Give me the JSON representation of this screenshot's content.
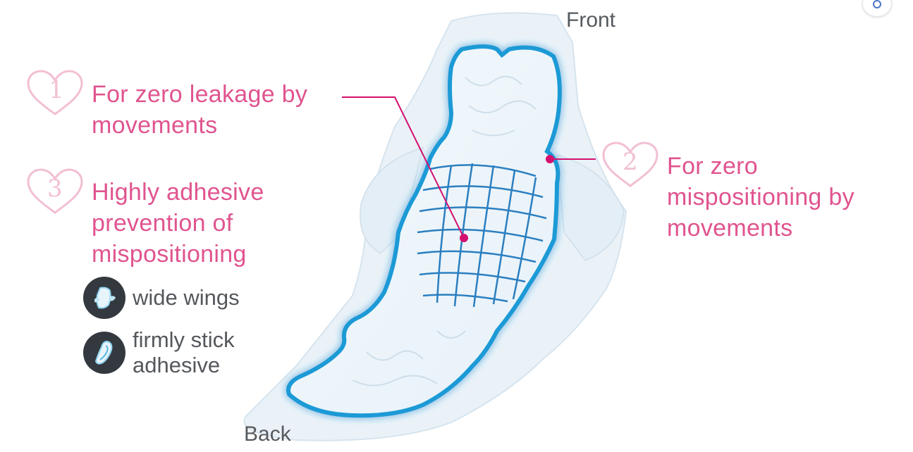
{
  "orientation": {
    "front": "Front",
    "back": "Back"
  },
  "features": [
    {
      "number": "1",
      "text": "For zero leakage by\nmovements"
    },
    {
      "number": "2",
      "text": "For zero\nmispositioning by\nmovements"
    },
    {
      "number": "3",
      "text": "Highly adhesive\nprevention of\nmispositioning"
    }
  ],
  "legend": [
    {
      "icon": "wide-wings-icon",
      "label": "wide wings"
    },
    {
      "icon": "adhesive-pad-icon",
      "label": "firmly stick\nadhesive"
    }
  ],
  "colors": {
    "accent": "#e0548f",
    "heart_outline": "#f2bfd4",
    "pad_outline": "#1a9ad6",
    "pad_glow": "#7fd0f3",
    "pad_fill": "#eef6fb",
    "text_dark": "#555a5f",
    "badge": "#33393f"
  }
}
